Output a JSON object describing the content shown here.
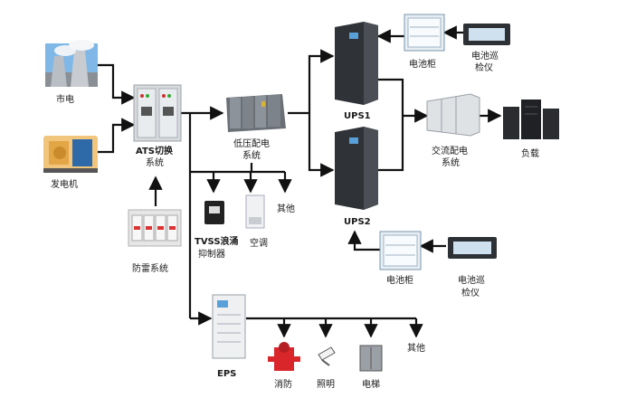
{
  "labels": {
    "grid": "市电",
    "generator": "发电机",
    "ats": "ATS切换",
    "ats_line2": "系统",
    "lightning": "防雷系统",
    "lv": "低压配电",
    "lv_line2": "系统",
    "tvss": "TVSS浪涌",
    "tvss_line2": "抑制器",
    "ac": "空调",
    "other1": "其他",
    "ups1": "UPS1",
    "ups2": "UPS2",
    "battery_top": "电池柜",
    "inspector_top": "电池巡",
    "inspector_top_line2": "检仪",
    "ac_dist": "交流配电",
    "ac_dist_line2": "系统",
    "load": "负载",
    "battery_bottom": "电池柜",
    "inspector_bottom": "电池巡",
    "inspector_bottom_line2": "检仪",
    "eps": "EPS",
    "fire": "消防",
    "lighting": "照明",
    "elevator": "电梯",
    "other2": "其他"
  },
  "colors": {
    "wire": "#111111",
    "cabinet": "#3a3d42",
    "cabinet_light": "#cfd3d8",
    "screen": "#5aa0d8",
    "fire_red": "#d9262b"
  }
}
